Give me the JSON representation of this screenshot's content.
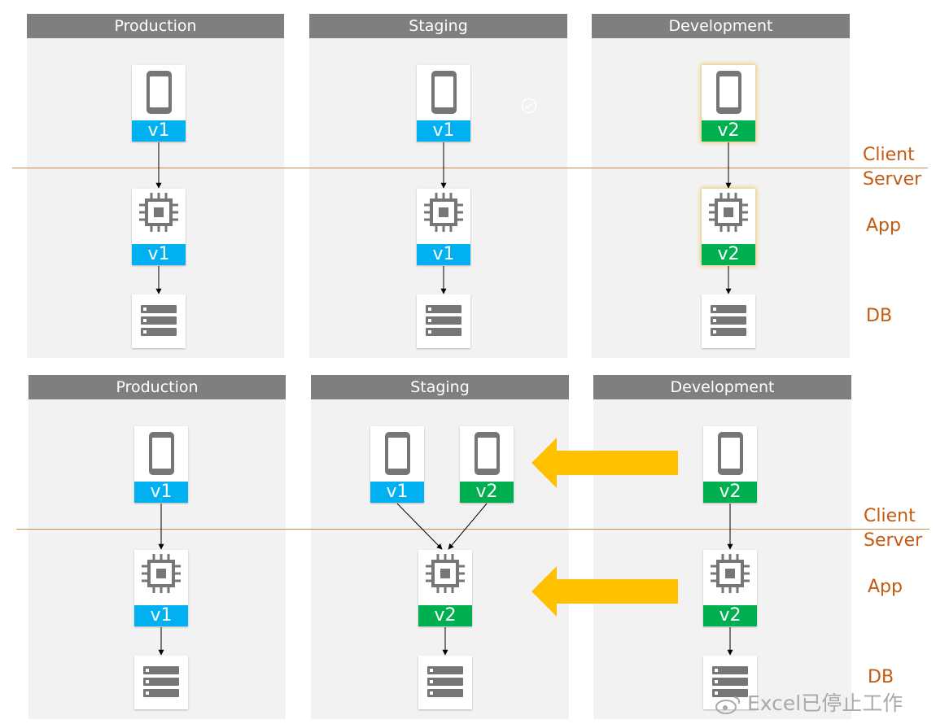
{
  "diagrams": [
    {
      "panels": [
        {
          "title": "Production",
          "client": [
            "v1"
          ],
          "app": "v1"
        },
        {
          "title": "Staging",
          "client": [
            "v1"
          ],
          "app": "v1"
        },
        {
          "title": "Development",
          "client": [
            "v2"
          ],
          "app": "v2"
        }
      ]
    },
    {
      "panels": [
        {
          "title": "Production",
          "client": [
            "v1"
          ],
          "app": "v1"
        },
        {
          "title": "Staging",
          "client": [
            "v1",
            "v2"
          ],
          "app": "v2"
        },
        {
          "title": "Development",
          "client": [
            "v2"
          ],
          "app": "v2"
        }
      ]
    }
  ],
  "layers": {
    "client": "Client",
    "server": "Server",
    "app": "App",
    "db": "DB"
  },
  "icons": {
    "client": "smartphone-icon",
    "app": "cpu-chip-icon",
    "db": "database-server-icon",
    "arrow": "promote-arrow-icon",
    "check": "check-circle-icon"
  },
  "colors": {
    "v1": "#00b0f0",
    "v2": "#00b050",
    "header": "#7f7f7f",
    "panel": "#f2f2f2",
    "promote_arrow": "#ffc000",
    "layer_text": "#c55a11"
  },
  "watermark": "Excel已停止工作"
}
